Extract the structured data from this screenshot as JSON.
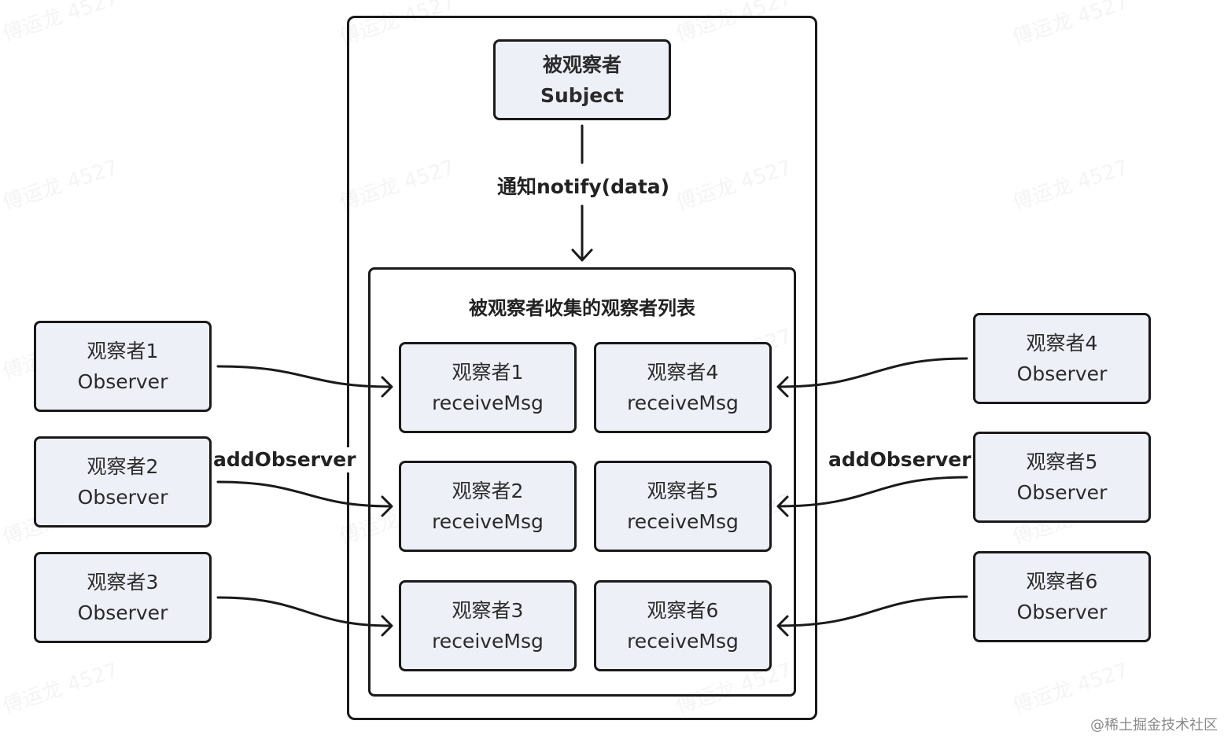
{
  "subject": {
    "line1": "被观察者",
    "line2": "Subject"
  },
  "notify_label": "通知notify(data)",
  "list_title": "被观察者收集的观察者列表",
  "add_label_left": "addObserver",
  "add_label_right": "addObserver",
  "observers_left": [
    {
      "name": "观察者1",
      "type": "Observer"
    },
    {
      "name": "观察者2",
      "type": "Observer"
    },
    {
      "name": "观察者3",
      "type": "Observer"
    }
  ],
  "observers_right": [
    {
      "name": "观察者4",
      "type": "Observer"
    },
    {
      "name": "观察者5",
      "type": "Observer"
    },
    {
      "name": "观察者6",
      "type": "Observer"
    }
  ],
  "list_items": [
    {
      "name": "观察者1",
      "method": "receiveMsg"
    },
    {
      "name": "观察者4",
      "method": "receiveMsg"
    },
    {
      "name": "观察者2",
      "method": "receiveMsg"
    },
    {
      "name": "观察者5",
      "method": "receiveMsg"
    },
    {
      "name": "观察者3",
      "method": "receiveMsg"
    },
    {
      "name": "观察者6",
      "method": "receiveMsg"
    }
  ],
  "watermark_text": "傅运龙 4527",
  "footer_text": "@稀土掘金技术社区",
  "colors": {
    "box_fill": "#eef0f8",
    "stroke": "#1a1a1a"
  }
}
